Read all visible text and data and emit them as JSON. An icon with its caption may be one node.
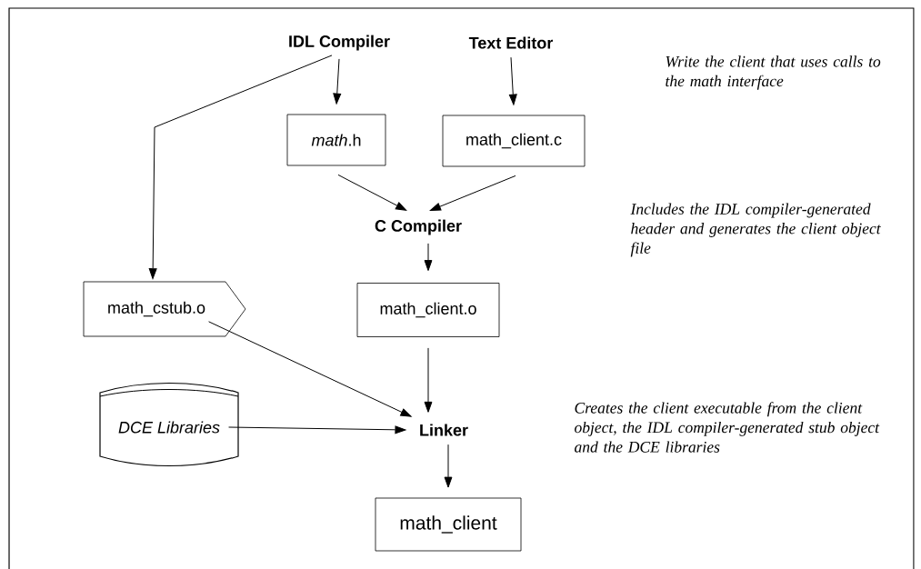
{
  "diagram": {
    "nodes": [
      {
        "text": [
          "IDL Compiler"
        ]
      },
      {
        "text": [
          "Text Editor"
        ]
      },
      {
        "text": [
          "*math*.h"
        ]
      },
      {
        "text": [
          "math_client.c"
        ]
      },
      {
        "text": [
          "C Compiler"
        ]
      },
      {
        "text": [
          "math_cstub.o"
        ]
      },
      {
        "text": [
          "math_client.o"
        ]
      },
      {
        "text": [
          "DCE Libraries"
        ]
      },
      {
        "text": [
          "Linker"
        ]
      },
      {
        "text": [
          "math_client"
        ]
      }
    ],
    "edges": [
      {
        "from": 0,
        "to": 2,
        "arrow": "to"
      },
      {
        "from": 1,
        "to": 3,
        "arrow": "to"
      },
      {
        "from": 2,
        "to": 4,
        "arrow": "to"
      },
      {
        "from": 3,
        "to": 4,
        "arrow": "to"
      },
      {
        "from": 0,
        "to": 5,
        "arrow": "to"
      },
      {
        "from": 4,
        "to": 6,
        "arrow": "to"
      },
      {
        "from": 5,
        "to": 8,
        "arrow": "to"
      },
      {
        "from": 7,
        "to": 8,
        "arrow": "to"
      },
      {
        "from": 6,
        "to": 8,
        "arrow": "to"
      },
      {
        "from": 8,
        "to": 9,
        "arrow": "to"
      }
    ],
    "labels": [
      "Write the client that uses calls to the math interface",
      "Includes the IDL compiler-generated header and generates the client object file",
      "Creates the client executable from the client object, the IDL compiler-generated stub object and the DCE libraries"
    ]
  }
}
